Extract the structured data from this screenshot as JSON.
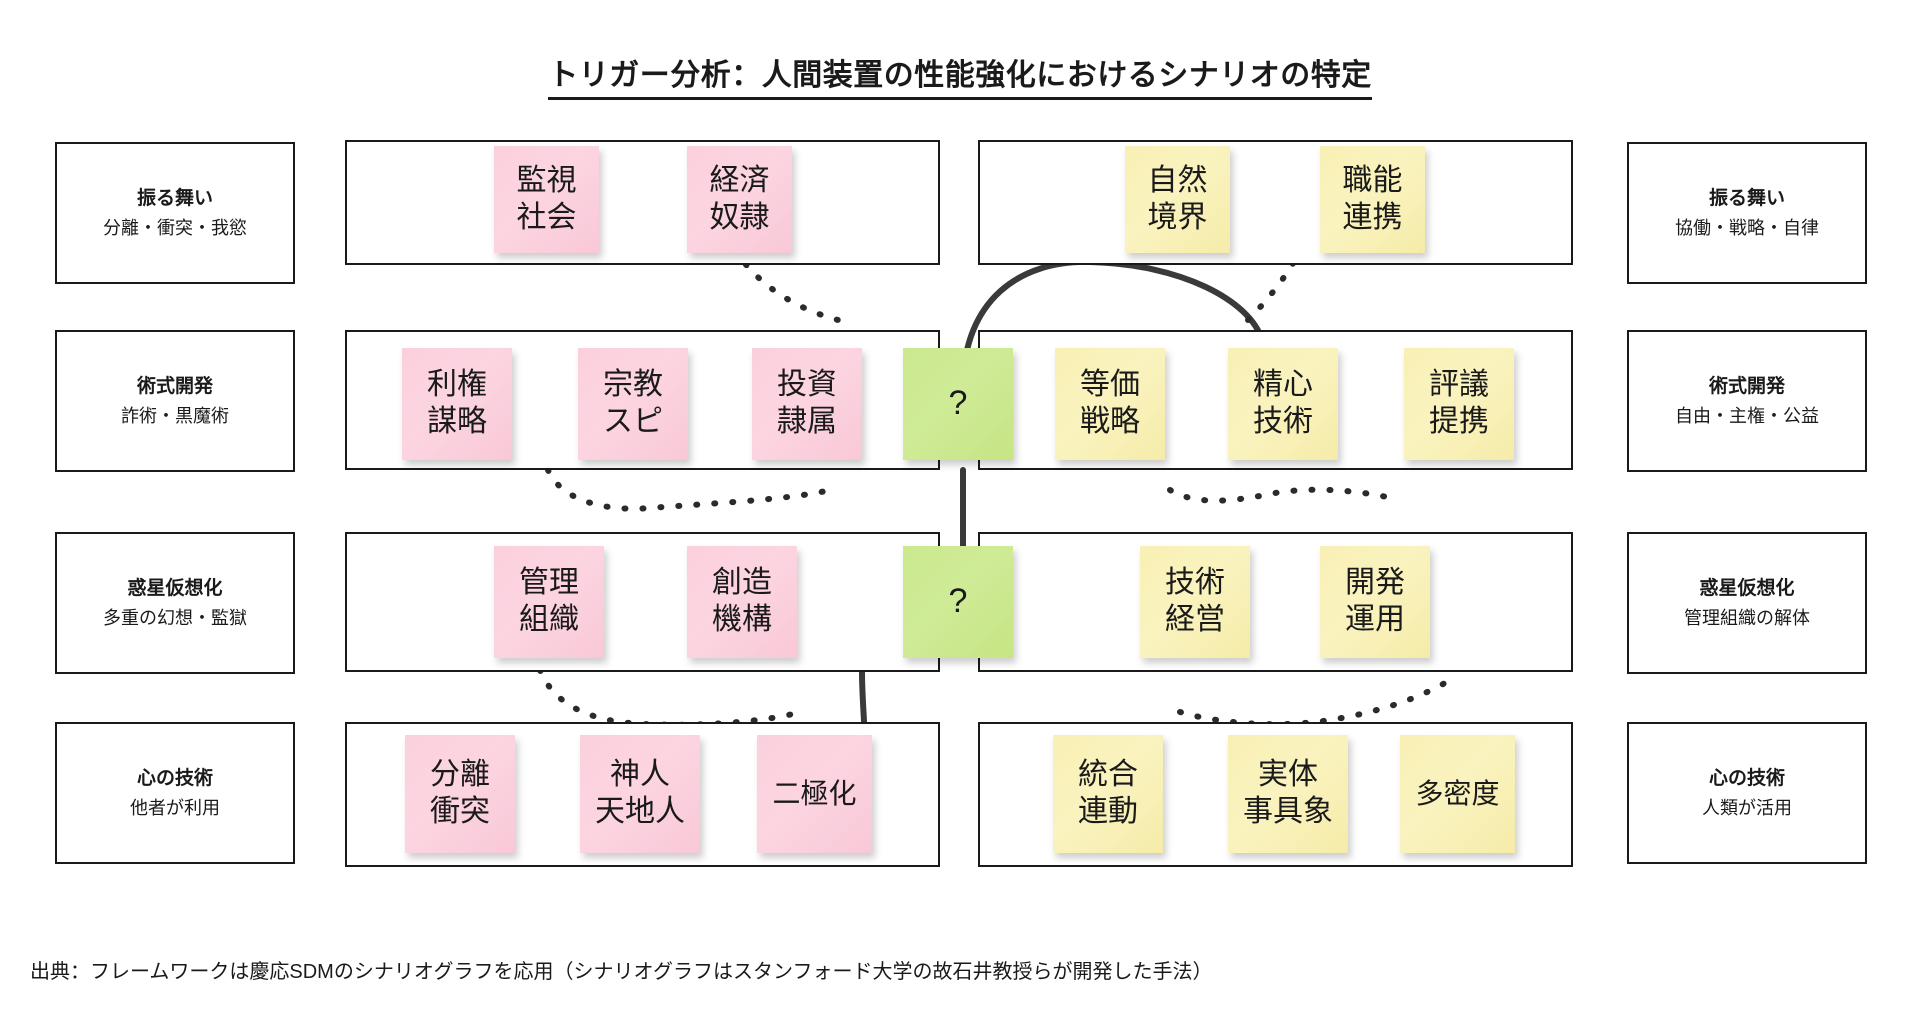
{
  "title": "トリガー分析：人間装置の性能強化におけるシナリオの特定",
  "footer": "出典：フレームワークは慶応SDMのシナリオグラフを応用（シナリオグラフはスタンフォード大学の故石井教授らが開発した手法）",
  "colors": {
    "pink_note": "#fbd0dd",
    "yellow_note": "#f8f0b4",
    "green_note": "#cbe98e",
    "outline": "#1a1a1a",
    "background": "#ffffff"
  },
  "left_labels": [
    {
      "heading": "振る舞い",
      "sub": "分離・衝突・我慾"
    },
    {
      "heading": "術式開発",
      "sub": "詐術・黒魔術"
    },
    {
      "heading": "惑星仮想化",
      "sub": "多重の幻想・監獄"
    },
    {
      "heading": "心の技術",
      "sub": "他者が利用"
    }
  ],
  "right_labels": [
    {
      "heading": "振る舞い",
      "sub": "協働・戦略・自律"
    },
    {
      "heading": "術式開発",
      "sub": "自由・主権・公益"
    },
    {
      "heading": "惑星仮想化",
      "sub": "管理組織の解体"
    },
    {
      "heading": "心の技術",
      "sub": "人類が活用"
    }
  ],
  "rows": [
    {
      "name": "row-behavior",
      "left_notes": [
        {
          "lines": [
            "監視",
            "社会"
          ]
        },
        {
          "lines": [
            "経済",
            "奴隷"
          ]
        }
      ],
      "right_notes": [
        {
          "lines": [
            "自然",
            "境界"
          ]
        },
        {
          "lines": [
            "職能",
            "連携"
          ]
        }
      ],
      "center_note": null
    },
    {
      "name": "row-technique",
      "left_notes": [
        {
          "lines": [
            "利権",
            "謀略"
          ]
        },
        {
          "lines": [
            "宗教",
            "スピ"
          ]
        },
        {
          "lines": [
            "投資",
            "隷属"
          ]
        }
      ],
      "right_notes": [
        {
          "lines": [
            "等価",
            "戦略"
          ]
        },
        {
          "lines": [
            "精心",
            "技術"
          ]
        },
        {
          "lines": [
            "評議",
            "提携"
          ]
        }
      ],
      "center_note": {
        "lines": [
          "?"
        ]
      }
    },
    {
      "name": "row-planet",
      "left_notes": [
        {
          "lines": [
            "管理",
            "組織"
          ]
        },
        {
          "lines": [
            "創造",
            "機構"
          ]
        }
      ],
      "right_notes": [
        {
          "lines": [
            "技術",
            "経営"
          ]
        },
        {
          "lines": [
            "開発",
            "運用"
          ]
        }
      ],
      "center_note": {
        "lines": [
          "?"
        ]
      }
    },
    {
      "name": "row-mind",
      "left_notes": [
        {
          "lines": [
            "分離",
            "衝突"
          ]
        },
        {
          "lines": [
            "神人",
            "天地人"
          ]
        },
        {
          "lines": [
            "二極化"
          ]
        }
      ],
      "right_notes": [
        {
          "lines": [
            "統合",
            "連動"
          ]
        },
        {
          "lines": [
            "実体",
            "事具象"
          ]
        },
        {
          "lines": [
            "多密度"
          ]
        }
      ],
      "center_note": null
    }
  ]
}
